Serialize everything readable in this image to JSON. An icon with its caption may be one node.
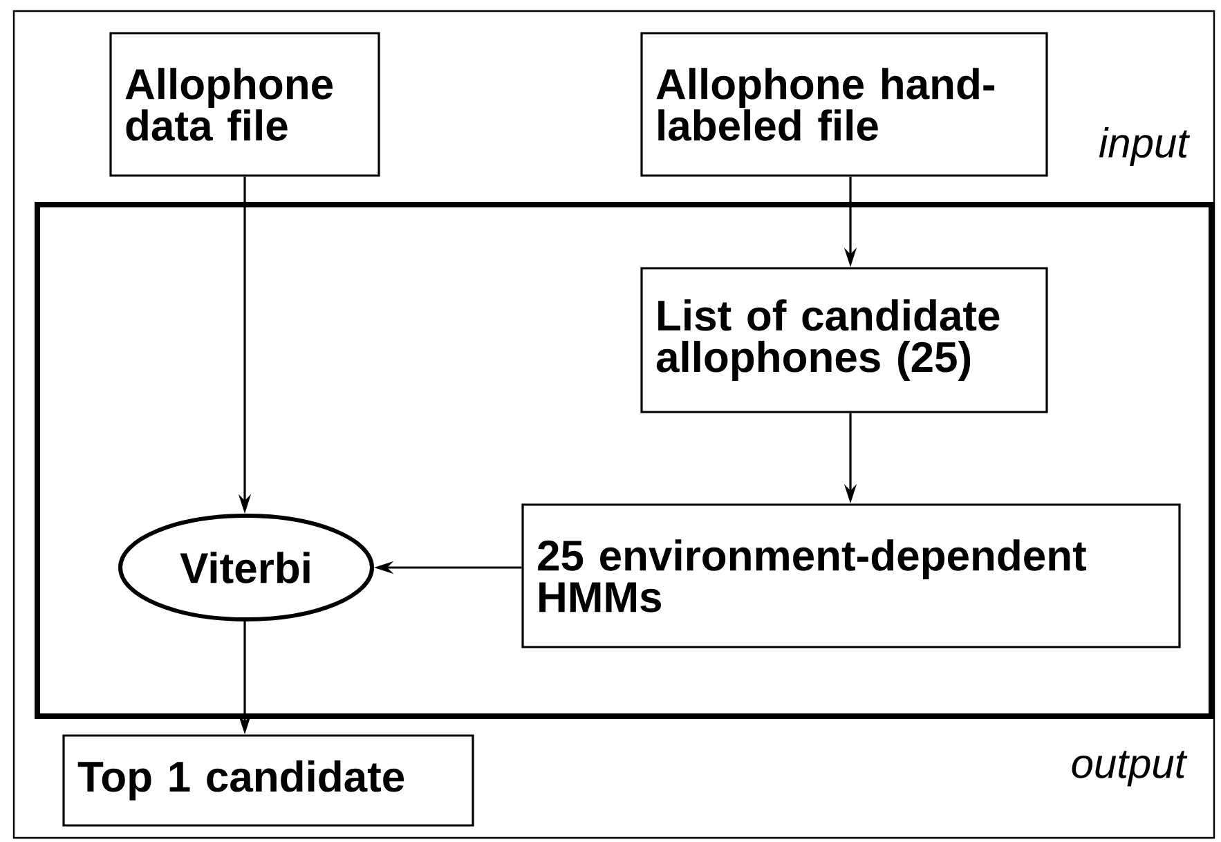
{
  "diagram": {
    "nodes": [
      {
        "text": [
          "Allophone data file"
        ]
      },
      {
        "text": [
          "Allophone hand-labeled file"
        ]
      },
      {
        "text": [],
        "shape": "box"
      },
      {
        "text": [
          "List of candidate allophones (25)"
        ],
        "in": 2
      },
      {
        "text": [
          "Viterbi"
        ],
        "in": 2
      },
      {
        "text": [
          "25 environment-dependent HMMs"
        ],
        "in": 2
      },
      {
        "text": [
          "Top 1 candidate"
        ]
      }
    ],
    "edges": [
      {
        "from": 0,
        "to": 4,
        "arrow": "to"
      },
      {
        "from": 1,
        "to": 3,
        "arrow": "to"
      },
      {
        "from": 3,
        "to": 5,
        "arrow": "to"
      },
      {
        "from": 5,
        "to": 4,
        "arrow": "to"
      },
      {
        "from": 4,
        "to": 6,
        "arrow": "to"
      }
    ],
    "labels": [
      "input",
      "output"
    ]
  }
}
